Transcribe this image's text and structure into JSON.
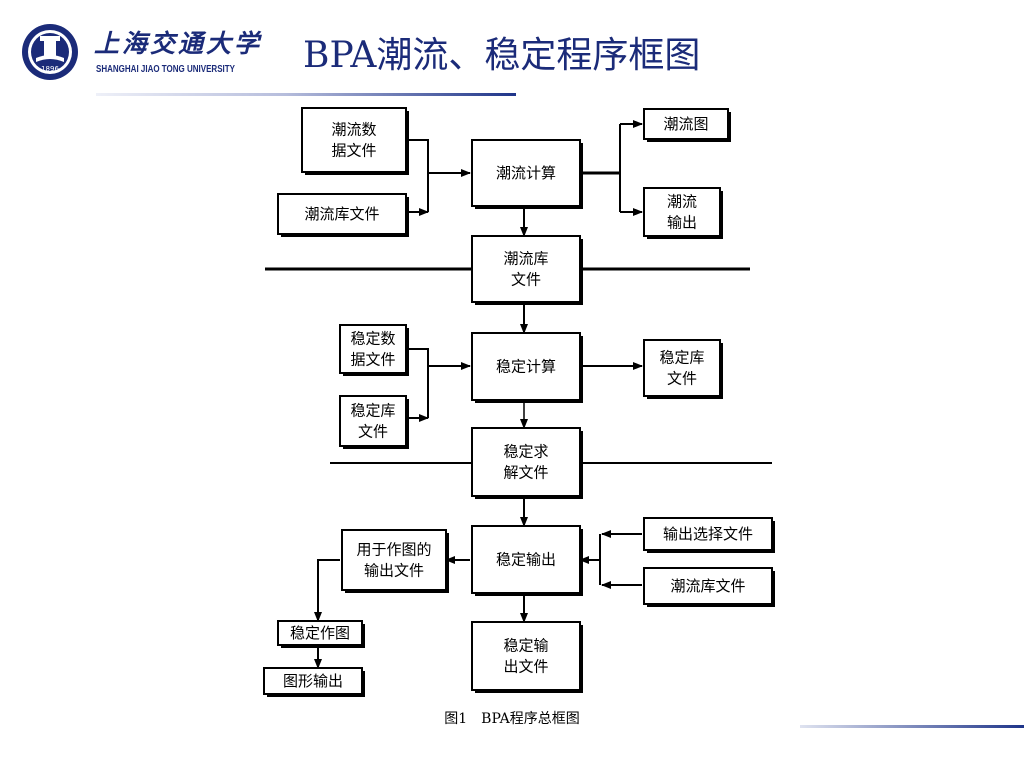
{
  "header": {
    "university_cn": "上海交通大学",
    "university_en": "SHANGHAI JIAO TONG UNIVERSITY",
    "logo_year": "1896"
  },
  "title": "BPA潮流、稳定程序框图",
  "diagram": {
    "flow_data_file": [
      "潮流数",
      "据文件"
    ],
    "flow_lib_file_in": [
      "潮流库文件"
    ],
    "flow_calc": [
      "潮流计算"
    ],
    "flow_chart": [
      "潮流图"
    ],
    "flow_output": [
      "潮流",
      "输出"
    ],
    "flow_lib_file": [
      "潮流库",
      "文件"
    ],
    "stab_data_file": [
      "稳定数",
      "据文件"
    ],
    "stab_lib_file_in": [
      "稳定库",
      "文件"
    ],
    "stab_calc": [
      "稳定计算"
    ],
    "stab_lib_file_out": [
      "稳定库",
      "文件"
    ],
    "stab_solve_file": [
      "稳定求",
      "解文件"
    ],
    "stab_output": [
      "稳定输出"
    ],
    "plot_output_file": [
      "用于作图的",
      "输出文件"
    ],
    "output_select_file": [
      "输出选择文件"
    ],
    "flow_lib_file_3": [
      "潮流库文件"
    ],
    "stab_plot": [
      "稳定作图"
    ],
    "graph_output": [
      "图形输出"
    ],
    "stab_output_file": [
      "稳定输",
      "出文件"
    ]
  },
  "caption": "图1　BPA程序总框图"
}
